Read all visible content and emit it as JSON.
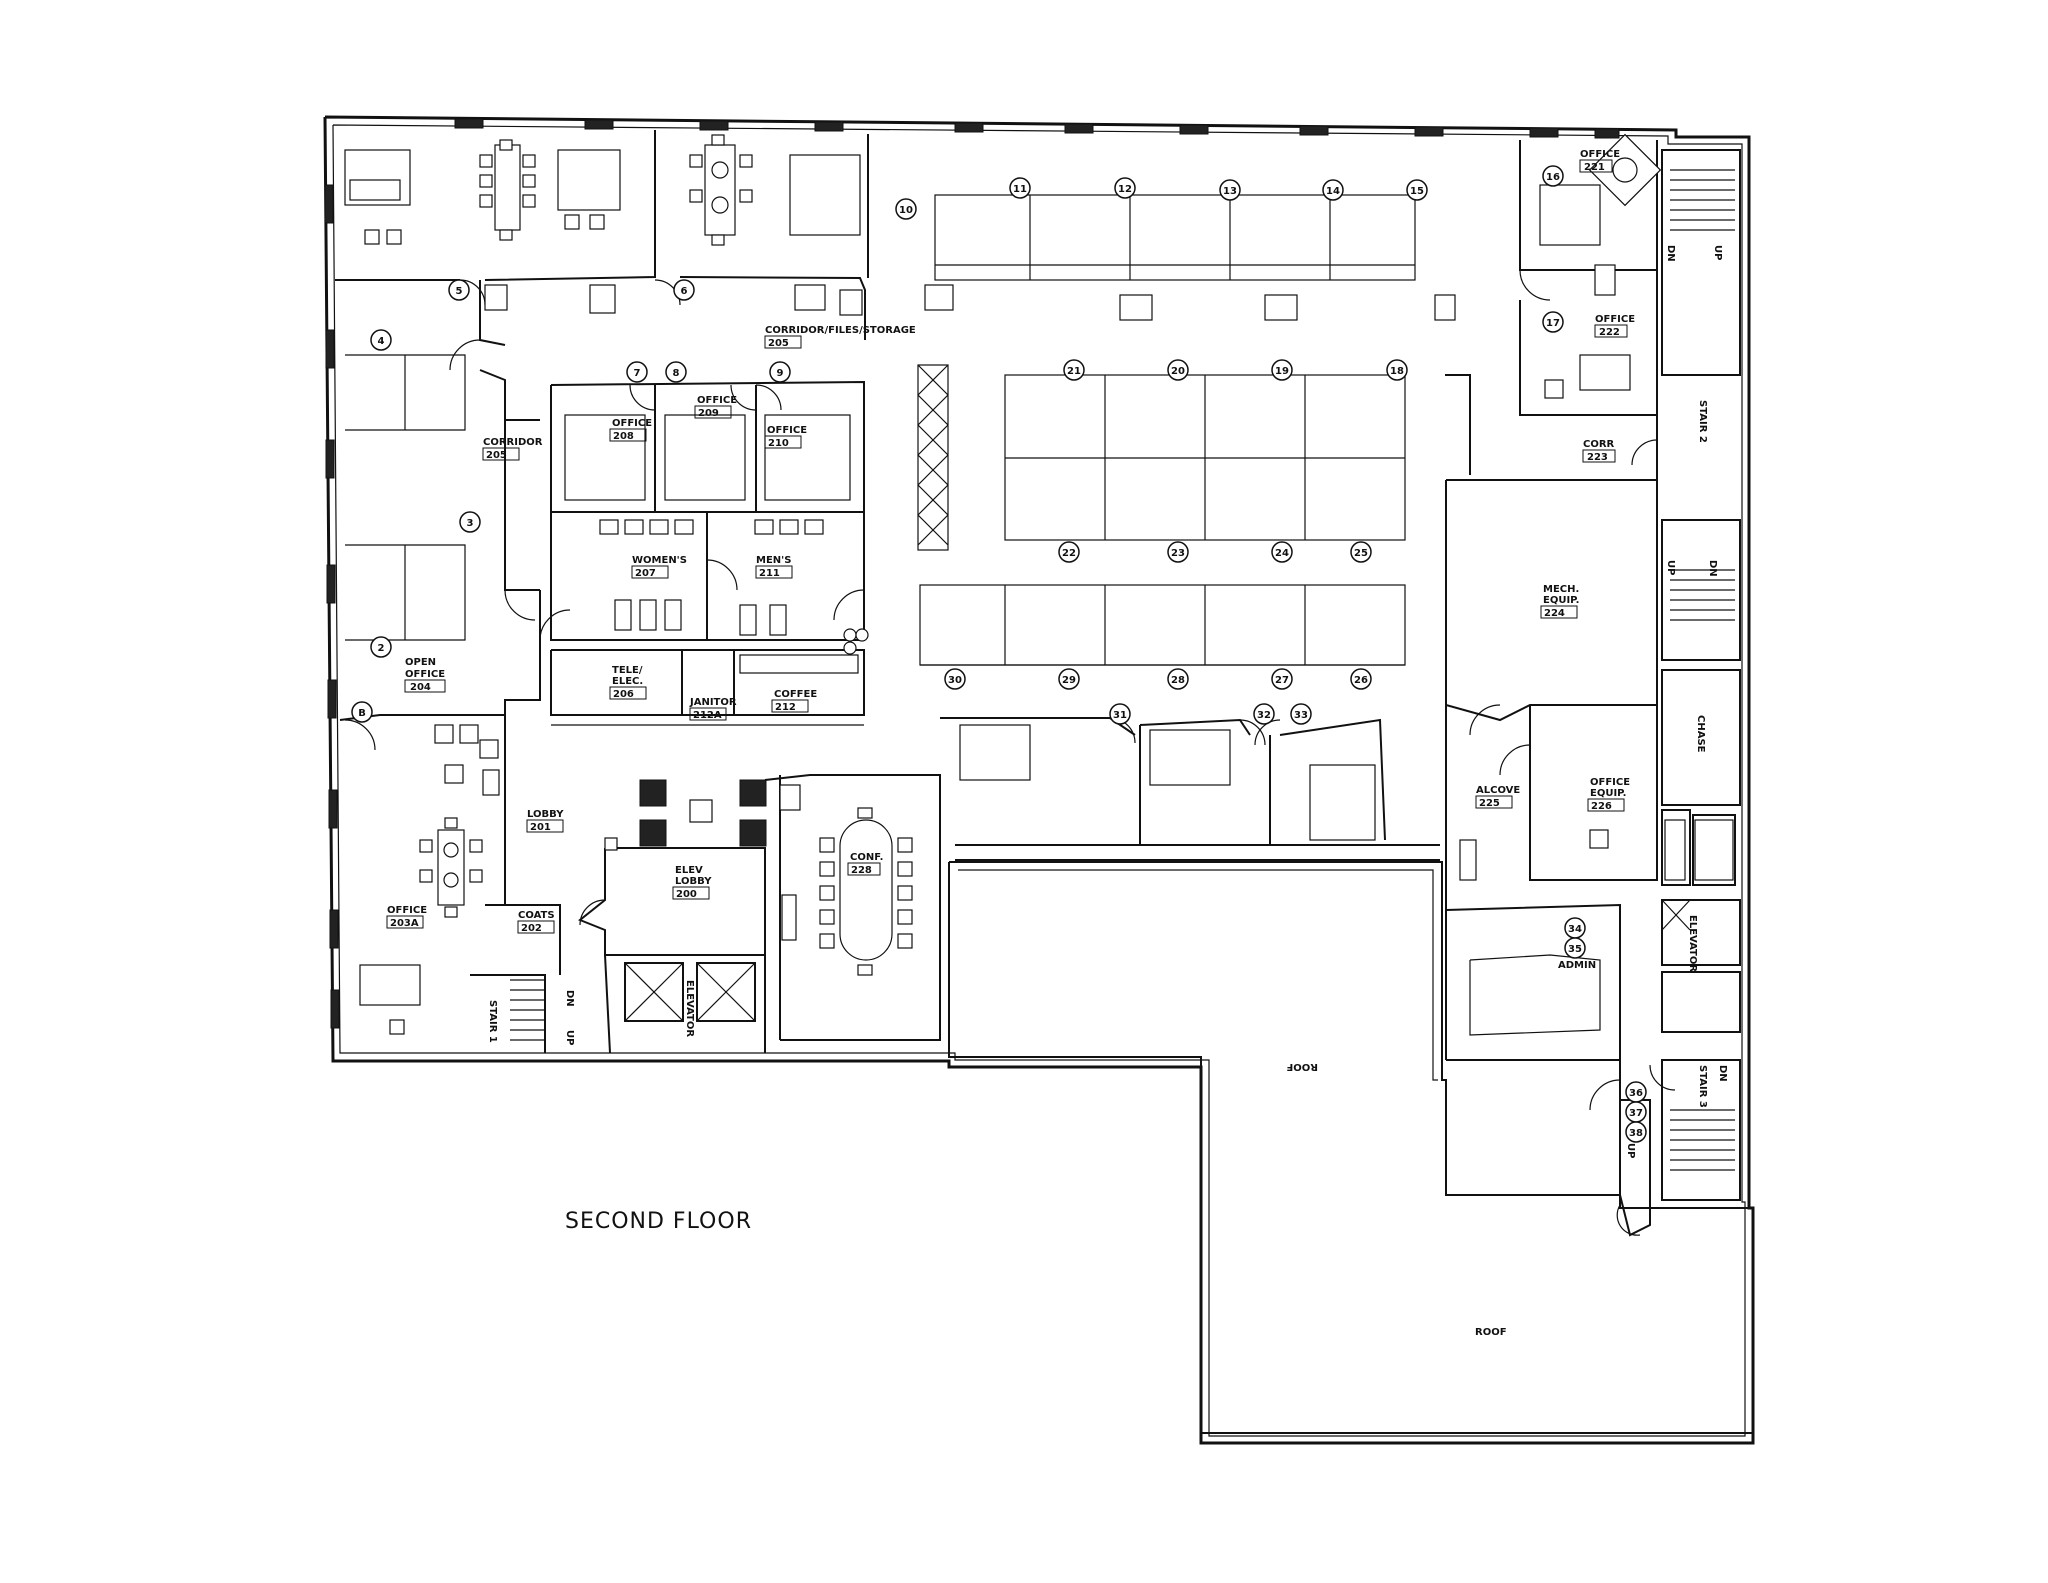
{
  "title": "SECOND FLOOR",
  "rooms": [
    {
      "id": "open-office-204",
      "name": "OPEN\nOFFICE",
      "number": "204"
    },
    {
      "id": "corridor-205",
      "name": "CORRIDOR",
      "number": "205"
    },
    {
      "id": "corridor-files-storage-205",
      "name": "CORRIDOR/FILES/STORAGE",
      "number": "205"
    },
    {
      "id": "office-208",
      "name": "OFFICE",
      "number": "208"
    },
    {
      "id": "office-209",
      "name": "OFFICE",
      "number": "209"
    },
    {
      "id": "office-210",
      "name": "OFFICE",
      "number": "210"
    },
    {
      "id": "womens-207",
      "name": "WOMEN'S",
      "number": "207"
    },
    {
      "id": "mens-211",
      "name": "MEN'S",
      "number": "211"
    },
    {
      "id": "tele-elec-206",
      "name": "TELE/\nELEC.",
      "number": "206"
    },
    {
      "id": "janitor-212a",
      "name": "JANITOR",
      "number": "212A"
    },
    {
      "id": "coffee-212",
      "name": "COFFEE",
      "number": "212"
    },
    {
      "id": "lobby-201",
      "name": "LOBBY",
      "number": "201"
    },
    {
      "id": "elev-lobby-200",
      "name": "ELEV\nLOBBY",
      "number": "200"
    },
    {
      "id": "conf-228",
      "name": "CONF.",
      "number": "228"
    },
    {
      "id": "coats-202",
      "name": "COATS",
      "number": "202"
    },
    {
      "id": "office-203a",
      "name": "OFFICE",
      "number": "203A"
    },
    {
      "id": "office-221",
      "name": "OFFICE",
      "number": "221"
    },
    {
      "id": "office-222",
      "name": "OFFICE",
      "number": "222"
    },
    {
      "id": "corr-223",
      "name": "CORR",
      "number": "223"
    },
    {
      "id": "mech-equip-224",
      "name": "MECH.\nEQUIP.",
      "number": "224"
    },
    {
      "id": "alcove-225",
      "name": "ALCOVE",
      "number": "225"
    },
    {
      "id": "office-equip-226",
      "name": "OFFICE\nEQUIP.",
      "number": "226"
    }
  ],
  "labels": {
    "stair1": "STAIR 1",
    "stair2": "STAIR 2",
    "stair3": "STAIR 3",
    "elevator": "ELEVATOR",
    "chase": "CHASE",
    "admin": "ADMIN",
    "roof": "ROOF",
    "up": "UP",
    "dn": "DN"
  },
  "workstation_tags": [
    "2",
    "3",
    "4",
    "5",
    "6",
    "7",
    "8",
    "9",
    "10",
    "11",
    "12",
    "13",
    "14",
    "15",
    "16",
    "17",
    "18",
    "19",
    "20",
    "21",
    "22",
    "23",
    "24",
    "25",
    "26",
    "27",
    "28",
    "29",
    "30",
    "31",
    "32",
    "33",
    "34",
    "35",
    "36",
    "37",
    "38"
  ],
  "special_tags": [
    "B"
  ]
}
